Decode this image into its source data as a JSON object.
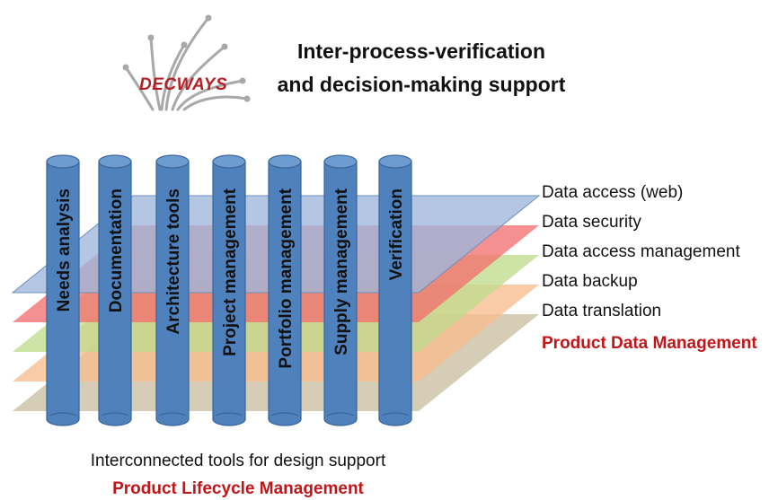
{
  "title": {
    "line1": "Inter-process-verification",
    "line2": "and decision-making support"
  },
  "logo": {
    "text": "DECWAYS",
    "color": "#b51f24"
  },
  "tools": [
    "Needs analysis",
    "Documentation",
    "Architecture tools",
    "Project management",
    "Portfolio management",
    "Supply management",
    "Verification"
  ],
  "layers": [
    {
      "label": "Data access (web)",
      "color": "#9db7dd"
    },
    {
      "label": "Data security",
      "color": "#f46f6f"
    },
    {
      "label": "Data access management",
      "color": "#c0db8d"
    },
    {
      "label": "Data backup",
      "color": "#f9bd8e"
    },
    {
      "label": "Data translation",
      "color": "#c9bfa0"
    }
  ],
  "pdm_label": "Product Data Management",
  "bottom_caption": "Interconnected tools for design support",
  "plm_label": "Product Lifecycle Management",
  "colors": {
    "accent_red": "#c0161a",
    "pillar": "#4f81bd",
    "pillar_top": "#6e9bd0",
    "pillar_edge": "#3a6599"
  }
}
